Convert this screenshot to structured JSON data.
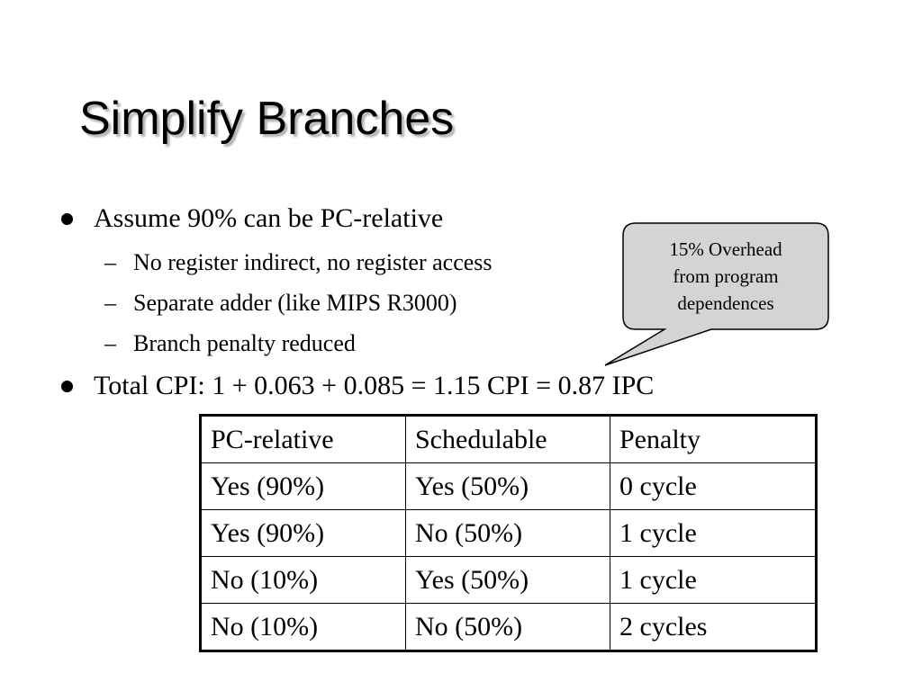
{
  "slide": {
    "title": "Simplify Branches",
    "bullets": [
      {
        "text": "Assume 90% can be PC-relative",
        "subitems": [
          "No register indirect, no register access",
          "Separate adder (like MIPS R3000)",
          "Branch penalty reduced"
        ]
      },
      {
        "text": "Total CPI: 1 + 0.063 + 0.085 = 1.15 CPI = 0.87 IPC"
      }
    ],
    "callout": {
      "lines": [
        "15% Overhead",
        "from program",
        "dependences"
      ],
      "fill": "#d4d4d4",
      "border": "#000000"
    },
    "table": {
      "headers": [
        "PC-relative",
        "Schedulable",
        "Penalty"
      ],
      "rows": [
        [
          "Yes (90%)",
          "Yes (50%)",
          "0 cycle"
        ],
        [
          "Yes (90%)",
          "No (50%)",
          "1 cycle"
        ],
        [
          "No (10%)",
          "Yes (50%)",
          "1 cycle"
        ],
        [
          "No (10%)",
          "No (50%)",
          "2 cycles"
        ]
      ]
    }
  }
}
